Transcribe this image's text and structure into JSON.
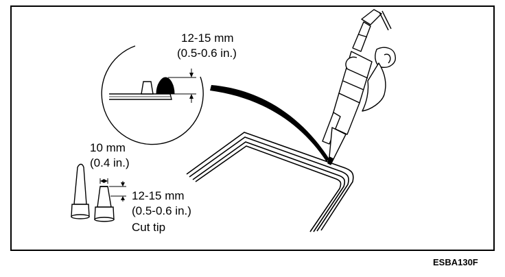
{
  "detail_bead_height": {
    "value": "12-15 mm",
    "inches": "(0.5-0.6 in.)"
  },
  "nozzle_width": {
    "value": "10 mm",
    "inches": "(0.4 in.)"
  },
  "cut_tip": {
    "value": "12-15 mm",
    "inches": "(0.5-0.6 in.)",
    "label": "Cut tip"
  },
  "figure_code": "ESBA130F",
  "colors": {
    "line": "#000000",
    "background": "#ffffff"
  },
  "icons": [
    "caulking-gun-icon",
    "nozzle-icon",
    "windshield-glass-icon",
    "magnifier-circle-icon"
  ]
}
